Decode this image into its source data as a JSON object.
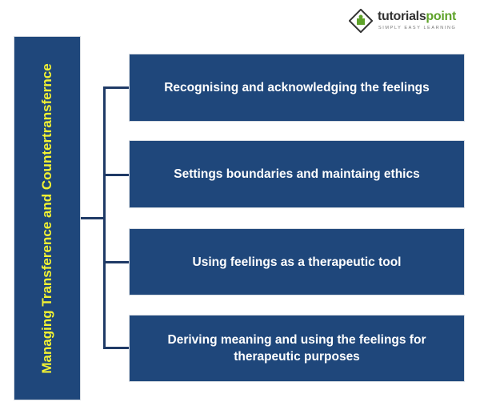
{
  "logo": {
    "name_part1": "tutorials",
    "name_part2": "point",
    "tagline": "SIMPLY EASY LEARNING"
  },
  "root": {
    "label": "Managing Transference and Countertransfernce"
  },
  "branches": [
    {
      "label": "Recognising and acknowledging the feelings"
    },
    {
      "label": "Settings boundaries and maintaing ethics"
    },
    {
      "label": "Using feelings as a therapeutic tool"
    },
    {
      "label": "Deriving meaning and using the feelings for therapeutic purposes"
    }
  ],
  "colors": {
    "box_fill": "#1f477b",
    "root_text": "#f2f233",
    "branch_text": "#ffffff",
    "connector": "#1f3a66"
  }
}
